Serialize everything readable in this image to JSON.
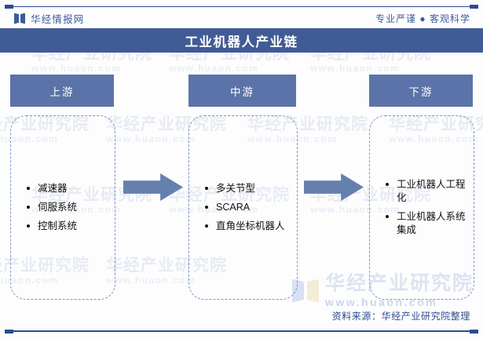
{
  "header": {
    "brand_name": "华经情报网",
    "brand_mark_icon": "huajing-logo-icon",
    "tagline": "专业严谨 ● 客观科学"
  },
  "title_bar": {
    "title": "工业机器人产业链"
  },
  "stages": [
    {
      "id": "upstream",
      "label": "上游",
      "items": [
        "减速器",
        "伺服系统",
        "控制系统"
      ]
    },
    {
      "id": "midstream",
      "label": "中游",
      "items": [
        "多关节型",
        "SCARA",
        "直角坐标机器人"
      ]
    },
    {
      "id": "downstream",
      "label": "下游",
      "items": [
        "工业机器人工程化",
        "工业机器人系统集成"
      ]
    }
  ],
  "arrows": [
    {
      "id": "upstream-to-midstream",
      "icon": "right-arrow-icon"
    },
    {
      "id": "midstream-to-downstream",
      "icon": "right-arrow-icon"
    }
  ],
  "watermark": {
    "company": "华经产业研究院",
    "url": "www.huaon.com"
  },
  "footer": {
    "source": "资料来源：华经产业研究院整理"
  },
  "colors": {
    "title_bar": "#415b96",
    "stage_header": "#5b73a8",
    "arrow": "#6580ad",
    "rule": "#2d4b8e",
    "dashed_border": "#7b93c4",
    "brand_text": "#3c5a9a"
  }
}
